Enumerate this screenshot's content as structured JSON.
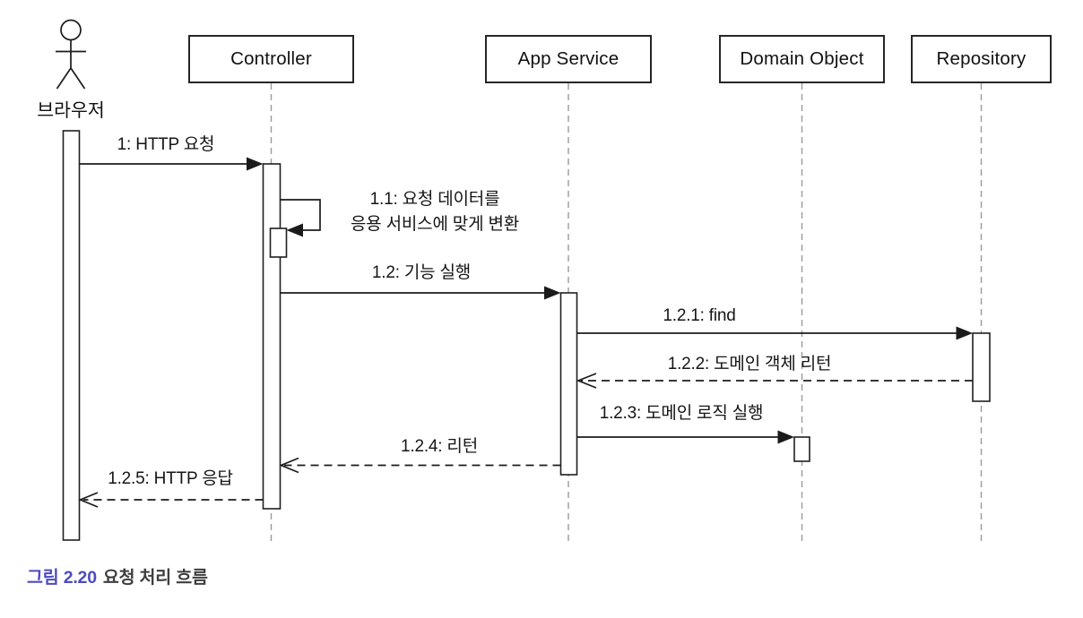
{
  "diagram": {
    "type": "uml-sequence",
    "actor": {
      "label": "브라우저"
    },
    "participants": [
      {
        "label": "Controller"
      },
      {
        "label": "App Service"
      },
      {
        "label": "Domain Object"
      },
      {
        "label": "Repository"
      }
    ],
    "messages": [
      {
        "seq": "1",
        "label": "1: HTTP 요청",
        "from": "브라우저",
        "to": "Controller",
        "type": "sync"
      },
      {
        "seq": "1.1",
        "label": "1.1: 요청 데이터를\n응용 서비스에 맞게 변환",
        "from": "Controller",
        "to": "Controller",
        "type": "self"
      },
      {
        "seq": "1.2",
        "label": "1.2: 기능 실행",
        "from": "Controller",
        "to": "App Service",
        "type": "sync"
      },
      {
        "seq": "1.2.1",
        "label": "1.2.1: find",
        "from": "App Service",
        "to": "Repository",
        "type": "sync"
      },
      {
        "seq": "1.2.2",
        "label": "1.2.2: 도메인 객체 리턴",
        "from": "Repository",
        "to": "App Service",
        "type": "return"
      },
      {
        "seq": "1.2.3",
        "label": "1.2.3: 도메인 로직 실행",
        "from": "App Service",
        "to": "Domain Object",
        "type": "sync"
      },
      {
        "seq": "1.2.4",
        "label": "1.2.4: 리턴",
        "from": "App Service",
        "to": "Controller",
        "type": "return"
      },
      {
        "seq": "1.2.5",
        "label": "1.2.5: HTTP 응답",
        "from": "Controller",
        "to": "브라우저",
        "type": "return"
      }
    ]
  },
  "caption": {
    "figure_label": "그림 2.20",
    "title": "요청 처리 흐름"
  },
  "colors": {
    "background": "#ffffff",
    "line": "#1b1b1b",
    "lifeline": "#9a9a9a",
    "activation_fill": "#ffffff",
    "caption_accent": "#4c4bc0",
    "caption_text": "#3e3e3e"
  }
}
